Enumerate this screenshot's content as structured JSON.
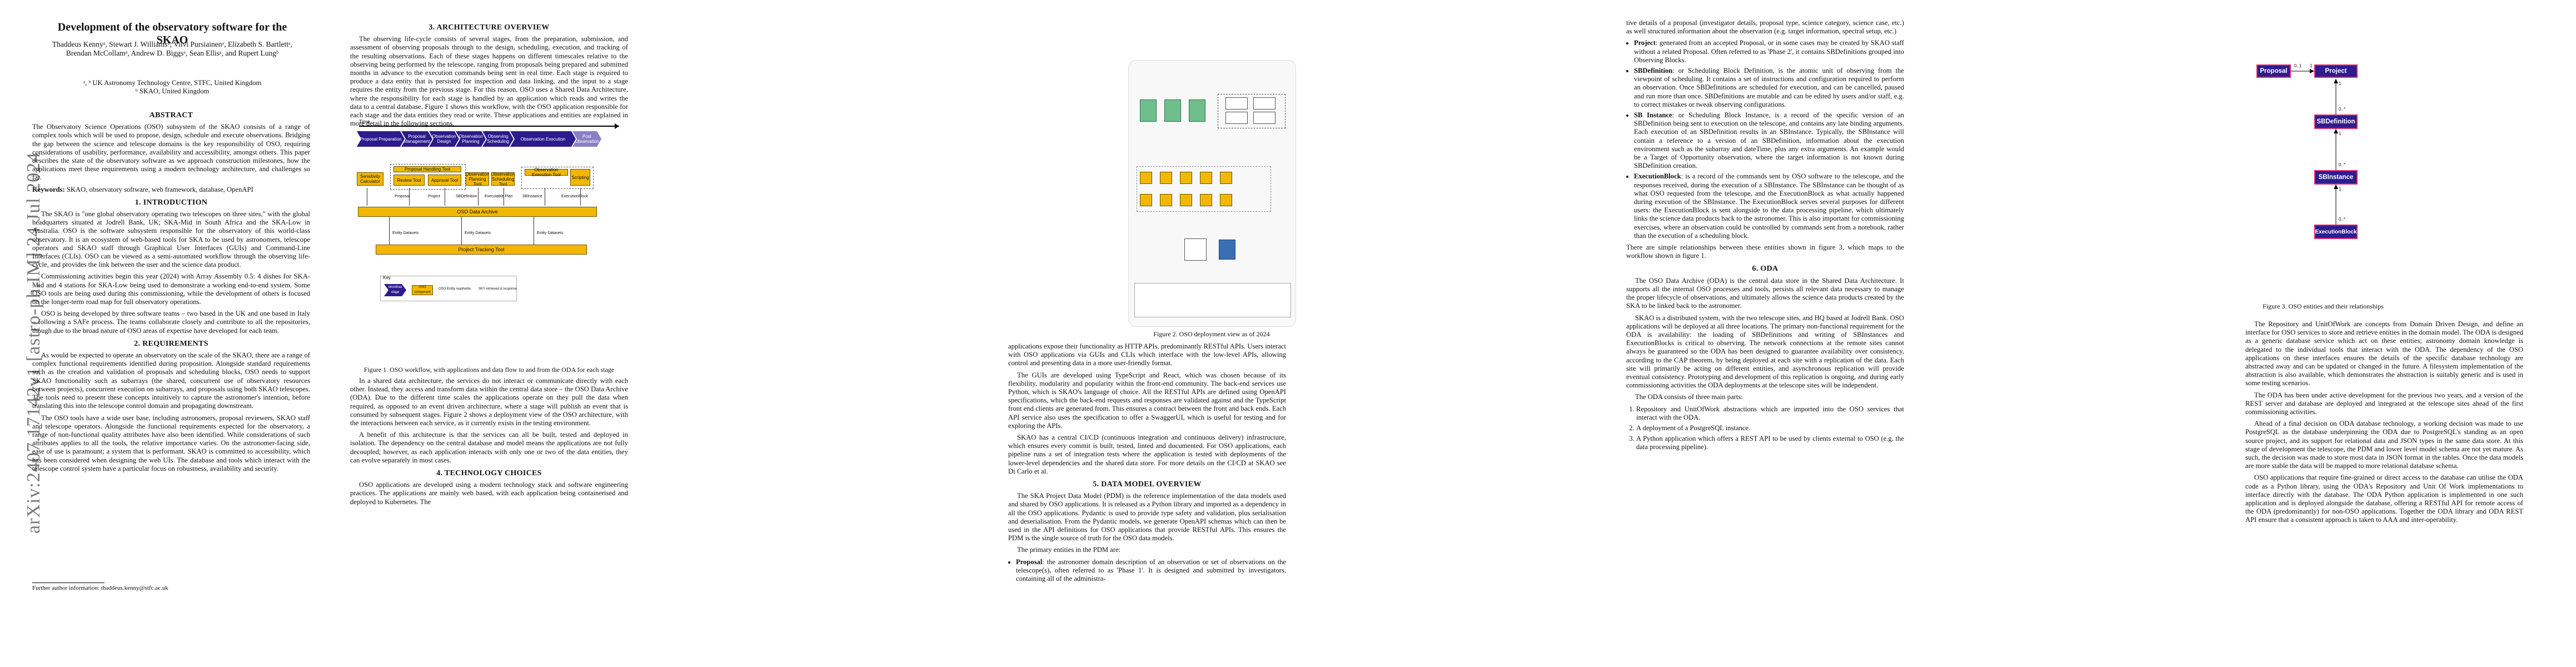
{
  "arxiv_stamp": "arXiv:2407.17142v1  [astro-ph.IM]  24 Jul 2024",
  "title": "Development of the observatory software for the SKAO",
  "authors": "Thaddeus Kennyᵃ, Stewart J. Williamsᵇ, Viivi Pursiainenᵃ, Elizabeth S. Bartlettᵃ, Brendan McCollamᵃ, Andrew D. Biggsᵃ, Sean Ellisᵃ, and Rupert Lungᵇ",
  "affiliations": [
    "ᵃ, ᵇ UK Astronomy Technology Centre, STFC, United Kingdom",
    "ᵇ SKAO, United Kingdom"
  ],
  "abstract_heading": "ABSTRACT",
  "abstract_text": "The Observatory Science Operations (OSO) subsystem of the SKAO consists of a range of complex tools which will be used to propose, design, schedule and execute observations. Bridging the gap between the science and telescope domains is the key responsibility of OSO, requiring considerations of usability, performance, availability and accessibility, amongst others. This paper describes the state of the observatory software as we approach construction milestones, how the applications meet these requirements using a modern technology architecture, and challenges so far.",
  "keywords_label": "Keywords:",
  "keywords": "SKAO, observatory software, web framework, database, OpenAPI",
  "sec1_heading": "1. INTRODUCTION",
  "sec1_paras": [
    "The SKAO is \"one global observatory operating two telescopes on three sites,\" with the global headquarters situated at Jodrell Bank, UK; SKA-Mid in South Africa and the SKA-Low in Australia. OSO is the software subsystem responsible for the observatory of this world-class observatory. It is an ecosystem of web-based tools for SKA to be used by astronomers, telescope operators and SKAO staff through Graphical User Interfaces (GUIs) and Command-Line Interfaces (CLIs). OSO can be viewed as a semi-automated workflow through the observing life-cycle, and provides the link between the user and the science data product.",
    "Commissioning activities begin this year (2024) with Array Assembly 0.5: 4 dishes for SKA-Mid and 4 stations for SKA-Low being used to demonstrate a working end-to-end system. Some OSO tools are being used during this commissioning, while the development of others is focused on the longer-term road map for full observatory operations.",
    "OSO is being developed by three software teams – two based in the UK and one based in Italy – following a SAFe process. The teams collaborate closely and contribute to all the repositories, though due to the broad nature of OSO areas of expertise have developed for each team."
  ],
  "sec2_heading": "2. REQUIREMENTS",
  "sec2_paras": [
    "As would be expected to operate an observatory on the scale of the SKAO, there are a range of complex functional requirements identified during proposition. Alongside standard requirements such as the creation and validation of proposals and scheduling blocks, OSO needs to support SKAO functionality such as subarrays (the shared, concurrent use of observatory resources between projects), concurrent execution on subarrays, and proposals using both SKAO telescopes. The tools need to present these concepts intuitively to capture the astronomer's intention, before translating this into the telescope control domain and propagating downstream.",
    "The OSO tools have a wide user base, including astronomers, proposal reviewers, SKAO staff and telescope operators. Alongside the functional requirements expected for the observatory, a range of non-functional quality attributes have also been identified. While considerations of such attributes applies to all the tools, the relative importance varies. On the astronomer-facing side, ease of use is paramount; a system that is performant. SKAO is committed to accessibility, which has been considered when designing the web UIs. The database and tools which interact with the telescope control system have a particular focus on robustness, availability and security."
  ],
  "footnote": "Further author information: thaddeus.kenny@stfc.ac.uk",
  "sec3_heading": "3. ARCHITECTURE OVERVIEW",
  "sec3_para": "The observing life-cycle consists of several stages, from the preparation, submission, and assessment of observing proposals through to the design, scheduling, execution, and tracking of the resulting observations. Each of these stages happens on different timescales relative to the observing being performed by the telescope, ranging from proposals being prepared and submitted months in advance to the execution commands being sent in real time. Each stage is required to produce a data entity that is persisted for inspection and data linking, and the input to a stage requires the entity from the previous stage. For this reason, OSO uses a Shared Data Architecture, where the responsibility for each stage is handled by an application which reads and writes the data to a central database. Figure 1 shows this workflow, with the OSO application responsible for each stage and the data entities they read or write. These applications and entities are explained in more detail in the following sections.",
  "fig1": {
    "time_label": "Time",
    "stages": [
      "Proposal Preparation",
      "Proposal Management",
      "Observation Design",
      "Observation Planning",
      "Observing Scheduling",
      "Observation Execution",
      "Post Observation"
    ],
    "apps": [
      "Sensitivity Calculator",
      "Proposal Handling Tool",
      "Observation Design Tool",
      "Observation Planning Tool",
      "Observation Scheduling Tool",
      "Observation Execution Tool",
      "Scripting"
    ],
    "top_app": "Proposal Handling Tool",
    "sub_apps": [
      "Review Tool",
      "Approval Tool"
    ],
    "entities": [
      "Proposal",
      "Project",
      "SBDefinition",
      "Executable Plan",
      "SBInstance",
      "ExecutionBlock"
    ],
    "oda": "OSO Data Archive",
    "entity_labels": [
      "Entity Datasets",
      "Entity Datasets",
      "Entity Datasets"
    ],
    "ptt": "Project Tracking Tool",
    "key_title": "Key",
    "key_items": [
      "Workflow stage",
      "OSO component",
      "OSO Entity read/write",
      "SKY retrieved & response"
    ],
    "caption": "Figure 1.  OSO workflow, with applications and data flow to and from the ODA for each stage"
  },
  "fig1_after": [
    "In a shared data architecture, the services do not interact or communicate directly with each other. Instead, they access and transform data within the central data store – the OSO Data Archive (ODA). Due to the different time scales the applications operate on they pull the data when required, as opposed to an event driven architecture, where a stage will publish an event that is consumed by subsequent stages. Figure 2 shows a deployment view of the OSO architecture, with the interactions between each service, as it currently exists in the testing environment.",
    "A benefit of this architecture is that the services can all be built, tested and deployed in isolation. The dependency on the central database and model means the applications are not fully decoupled; however, as each application interacts with only one or two of the data entities, they can evolve separately in most cases."
  ],
  "sec4_heading": "4. TECHNOLOGY CHOICES",
  "sec4_para": "OSO applications are developed using a modern technology stack and software engineering practices. The applications are mainly web based, with each application being containerised and deployed to Kubernetes. The",
  "fig2": {
    "caption": "Figure 2.  OSO deployment view as of 2024"
  },
  "col4_paras": [
    "applications expose their functionality as HTTP APIs, predominantly RESTful APIs. Users interact with OSO applications via GUIs and CLIs which interface with the low-level APIs, allowing control and presenting data in a more user-friendly format.",
    "The GUIs are developed using TypeScript and React, which was chosen because of its flexibility, modularity and popularity within the front-end community. The back-end services use Python, which is SKAO's language of choice. All the RESTful APIs are defined using OpenAPI specifications, which the back-end requests and responses are validated against and the TypeScript front end clients are generated from. This ensures a contract between the front and back ends. Each API service also uses the specification to offer a SwaggerUI, which is useful for testing and for exploring the APIs.",
    "SKAO has a central CI/CD (continuous integration and continuous delivery) infrastructure, which ensures every commit is built, tested, linted and documented. For OSO applications, each pipeline runs a set of integration tests where the application is tested with deployments of the lower-level dependencies and the shared data store. For more details on the CI/CD at SKAO see Di Carlo et al."
  ],
  "sec5_heading": "5. DATA MODEL OVERVIEW",
  "sec5_paras": [
    "The SKA Project Data Model (PDM) is the reference implementation of the data models used and shared by OSO applications. It is released as a Python library and imported as a dependency in all the OSO applications. Pydantic is used to provide type safety and validation, plus serialisation and deserialisation. From the Pydantic models, we generate OpenAPI schemas which can then be used in the API definitions for OSO applications that provide RESTful APIs. This ensures the PDM is the single source of truth for the OSO data models.",
    "The primary entities in the PDM are:"
  ],
  "pdm_bullet_1_term": "Proposal",
  "pdm_bullet_1_text": ": the astronomer domain description of an observation or set of observations on the telescope(s), often referred to as 'Phase 1'. It is designed and submitted by investigators, containing all of the administra-",
  "col5_top": "tive details of a proposal (investigator details, proposal type, science category, science case, etc.) as well structured information about the observation (e.g. target information, spectral setup, etc.)",
  "col5_bullets": [
    {
      "term": "Project",
      "text": ": generated from an accepted Proposal, or in some cases may be created by SKAO staff without a related Proposal. Often referred to as 'Phase 2', it contains SBDefinitions grouped into Observing Blocks."
    },
    {
      "term": "SBDefinition",
      "text": ": or Scheduling Block Definition, is the atomic unit of observing from the viewpoint of scheduling. It contains a set of instructions and configuration required to perform an observation. Once SBDefinitions are scheduled for execution, and can be cancelled, paused and run more than once. SBDefinitions are mutable and can be edited by users and/or staff, e.g. to correct mistakes or tweak observing configurations."
    },
    {
      "term": "SB Instance",
      "text": ": or Scheduling Block Instance, is a record of the specific version of an SBDefinition being sent to execution on the telescope, and contains any late binding arguments. Each execution of an SBDefinition results in an SBInstance. Typically, the SBInstance will contain a reference to a version of an SBDefinition, information about the execution environment such as the subarray and dateTime, plus any extra arguments. An example would be a Target of Opportunity observation, where the target information is not known during SBDefinition creation."
    },
    {
      "term": "ExecutionBlock",
      "text": ": is a record of the commands sent by OSO software to the telescope, and the responses received, during the execution of a SBInstance. The SBInstance can be thought of as what OSO requested from the telescope, and the ExecutionBlock as what actually happened during execution of the SBInstance. The ExecutionBlock serves several purposes for different users: the ExecutionBlock is sent alongside to the data processing pipeline, which ultimately links the science data products back to the astronomer. This is also important for commissioning exercises, where an observation could be controlled by commands sent from a notebook, rather than the execution of a scheduling block."
    }
  ],
  "col5_after": "There are simple relationships between these entities shown in figure 3, which maps to the workflow shown in figure 1.",
  "sec6_heading": "6. ODA",
  "sec6_paras": [
    "The OSO Data Archive (ODA) is the central data store in the Shared Data Architecture. It supports all the internal OSO processes and tools, persists all relevant data necessary to manage the proper lifecycle of observations, and ultimately allows the science data products created by the SKA to be linked back to the astronomer.",
    "SKAO is a distributed system, with the two telescope sites, and HQ based at Jodrell Bank. OSO applications will be deployed at all three locations. The primary non-functional requirement for the ODA is availability: the loading of SBDefinitions and writing of SBInstances and ExecutionBlocks is critical to observing. The network connections at the remote sites cannot always be guaranteed so the ODA has been designed to guarantee availability over consistency, according to the CAP theorem, by being deployed at each site with a replication of the data. Each site will primarily be acting on different entities, and asynchronous replication will provide eventual consistency. Prototyping and development of this replication is ongoing, and during early commissioning activities the ODA deployments at the telescope sites will be independent.",
    "The ODA consists of three main parts:"
  ],
  "oda_parts": [
    "Repository and UnitOfWork abstractions which are imported into the OSO services that interact with the ODA.",
    "A deployment of a PostgreSQL instance.",
    "A Python application which offers a REST API to be used by clients external to OSO (e.g. the data processing pipeline)."
  ],
  "fig3": {
    "nodes": [
      "Proposal",
      "Project",
      "SBDefinition",
      "SBInstance",
      "ExecutionBlock"
    ],
    "edge_labels": [
      "0..1",
      "1",
      "1",
      "0..*",
      "1",
      "0..*",
      "1",
      "0..*"
    ],
    "caption": "Figure 3.  OSO entities and their relationships"
  },
  "col7_paras": [
    "The Repository and UnitOfWork are concepts from Domain Driven Design, and define an interface for OSO services to store and retrieve entities in the domain model. The ODA is designed as a generic database service which act on these entities; astronomy domain knowledge is delegated to the individual tools that interact with the ODA. The dependency of the OSO applications on these interfaces ensures the details of the specific database technology are abstracted away and can be updated or changed in the future. A filesystem implementation of the abstraction is also available, which demonstrates the abstraction is suitably generic and is used in some testing scenarios.",
    "The ODA has been under active development for the previous two years, and a version of the REST server and database are deployed and integrated at the telescope sites ahead of the first commissioning activities.",
    "Ahead of a final decision on ODA database technology, a working decision was made to use PostgreSQL as the database underpinning the ODA due to PostgreSQL's standing as an open source project, and its support for relational data and JSON types in the same data store. At this stage of development the telescope, the PDM and lower level model schema are not yet mature. As such, the decision was made to store most data in JSON format in the tables. Once the data models are more stable the data will be mapped to more relational database schema.",
    "OSO applications that require fine-grained or direct access to the database can utilise the ODA code as a Python library, using the ODA's Repository and Unit Of Work implementations to interface directly with the database. The ODA Python application is implemented in one such application and is deployed alongside the database, offering a RESTful API for remote access of the ODA (predominantly) for non-OSO applications. Together the ODA library and ODA REST API ensure that a consistent approach is taken to AAA and inter-operability."
  ],
  "colors": {
    "stage_fill": "#2b1b8c",
    "app_fill": "#f2b800",
    "entity_border": "#d42a6b",
    "node_fill": "#2f1c8f",
    "green_node": "#6fbf8c"
  }
}
